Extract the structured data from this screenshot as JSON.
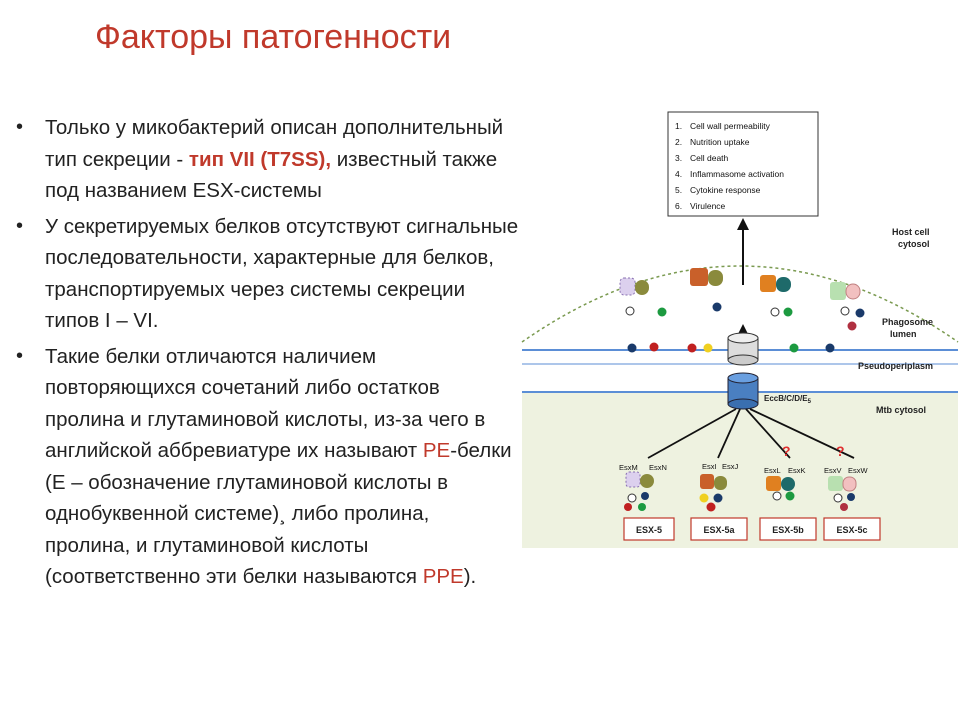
{
  "title": "Факторы патогенности",
  "bullets": [
    {
      "parts": [
        {
          "text": "Только у микобактерий описан дополнительный тип секреции - "
        },
        {
          "text": "тип VII (T7SS),",
          "style": "red-bold"
        },
        {
          "text": " известный также под названием ESX-системы"
        }
      ]
    },
    {
      "parts": [
        {
          "text": "У секретируемых белков отсутствуют сигнальные последовательности, характерные для белков, транспортируемых через системы секреции типов I – VI."
        }
      ]
    },
    {
      "parts": [
        {
          "text": "Такие белки отличаются наличием повторяющихся сочетаний либо остатков пролина и глутаминовой кислоты, из-за чего в английской аббревиатуре их называют "
        },
        {
          "text": "РЕ",
          "style": "red"
        },
        {
          "text": "-белки (Е – обозначение глутаминовой кислоты в однобуквенной системе)¸ либо пролина, пролина, и глутаминовой кислоты (соответственно эти белки называются "
        },
        {
          "text": "РРЕ",
          "style": "red"
        },
        {
          "text": ")."
        }
      ]
    }
  ],
  "diagram": {
    "effects": [
      "Cell wall permeability",
      "Nutrition uptake",
      "Cell death",
      "Inflammasome activation",
      "Cytokine response",
      "Virulence"
    ],
    "effect_numbers": [
      "1.",
      "2.",
      "3.",
      "4.",
      "5.",
      "6."
    ],
    "host_label": [
      "Host cell",
      "cytosol"
    ],
    "phagosome_label": [
      "Phagosome",
      "lumen"
    ],
    "pseudo_label": "Pseudoperiplasm",
    "ecc_label": "EccB/C/D/E",
    "ecc_sub": "5",
    "mtb_label": "Mtb cytosol",
    "question": "?",
    "systems": [
      {
        "name": "ESX-5",
        "left": "EsxM",
        "right": "EsxN"
      },
      {
        "name": "ESX-5a",
        "left": "EsxI",
        "right": "EsxJ"
      },
      {
        "name": "ESX-5b",
        "left": "EsxL",
        "right": "EsxK"
      },
      {
        "name": "ESX-5c",
        "left": "EsxV",
        "right": "EsxW"
      }
    ],
    "colors": {
      "accent_red": "#c0392b",
      "membrane_blue": "#5b8ed6",
      "cytosol_fill": "#eef2e0",
      "channel_blue": "#4a7fc1",
      "question_red": "#e03030"
    }
  }
}
